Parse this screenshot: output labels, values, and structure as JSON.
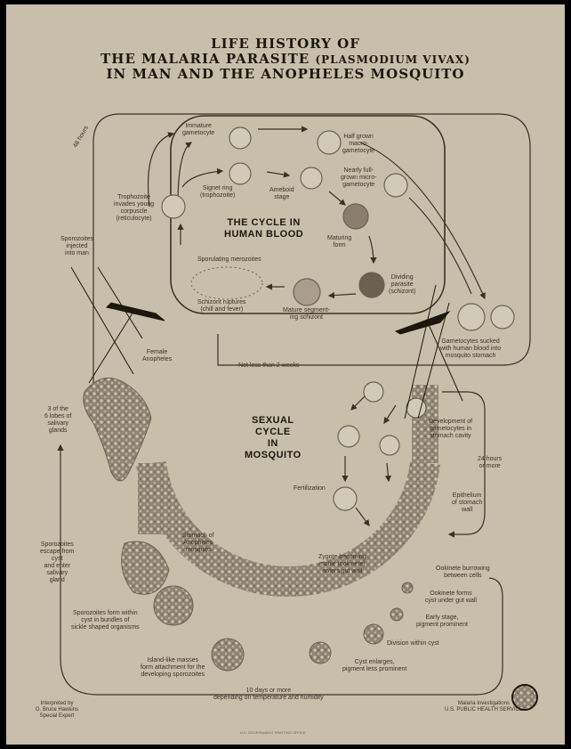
{
  "title": {
    "line1": "LIFE HISTORY OF",
    "line2": "THE MALARIA PARASITE",
    "species": "(PLASMODIUM VIVAX)",
    "line3": "IN MAN AND THE ANOPHELES MOSQUITO"
  },
  "human_cycle": {
    "heading": "THE CYCLE IN\nHUMAN BLOOD",
    "hours": "48 hours",
    "immature_gametocyte": "Immature\ngametocyte",
    "half_grown": "Half grown\nmacro-\ngametocyte",
    "nearly_full": "Nearly full-\ngrown micro-\ngametocyte",
    "signet_ring": "Signet ring\n(trophozoite)",
    "ameboid": "Ameboid\nstage",
    "trophozoite": "Trophozoite\ninvades young\ncorpuscle\n(reticulocyte)",
    "maturing": "Maturing\nform",
    "sporulating": "Sporulating merozoites",
    "dividing": "Dividing\nparasite\n(schizont)",
    "schizont_ruptures": "Schizont ruptures\n(chill and fever)",
    "mature_segmenting": "Mature segment-\ning schizont",
    "sporozoites_injected": "Sporozoites\ninjected\ninto man",
    "female_anopheles": "Female\nAnopheles",
    "not_less": "Not less than 2 weeks",
    "gametocytes_sucked": "Gametocytes sucked\nwith human blood into\nmosquito stomach"
  },
  "sexual_cycle": {
    "heading": "SEXUAL\nCYCLE\nIN\nMOSQUITO",
    "salivary": "3 of the\n6 lobes of\nsalivary\nglands",
    "development": "Development of\ngametocytes in\nstomach cavity",
    "hours24": "24 hours\nor more",
    "fertilization": "Fertilization",
    "epithelium": "Epithelium\nof stomach\nwall",
    "stomach": "Stomach of\nAnopheles\nmosquito",
    "escape": "Sporozoites\nescape from\ncyst\nand enter\nsalivary\ngland",
    "zygote": "Zygote becoming\nmotile (ookinete)\nenters gut wall",
    "burrowing": "Ookinete burrowing\nbetween cells",
    "forms_cyst": "Ookinete forms\ncyst under gut wall",
    "sickle": "Sporozoites form within\ncyst in bundles of\nsickle shaped organisms",
    "early_stage": "Early stage,\npigment prominent",
    "division": "Division within cyst",
    "island": "Island-like masses\nform attachment for the\ndeveloping sporozoites",
    "cyst_enlarges": "Cyst enlarges,\npigment less prominent",
    "ten_days": "10 days or more\ndepending on temperature and humidity"
  },
  "footer": {
    "credit": "Interpreted by\nG. Bruce Hawkins\nSpecial Expert",
    "agency": "Malaria Investigations\nU.S. PUBLIC HEALTH SERVICE",
    "printer": "U.S. GOVERNMENT PRINTING OFFICE"
  },
  "colors": {
    "paper": "#c8bfaa",
    "ink": "#3a3124"
  }
}
